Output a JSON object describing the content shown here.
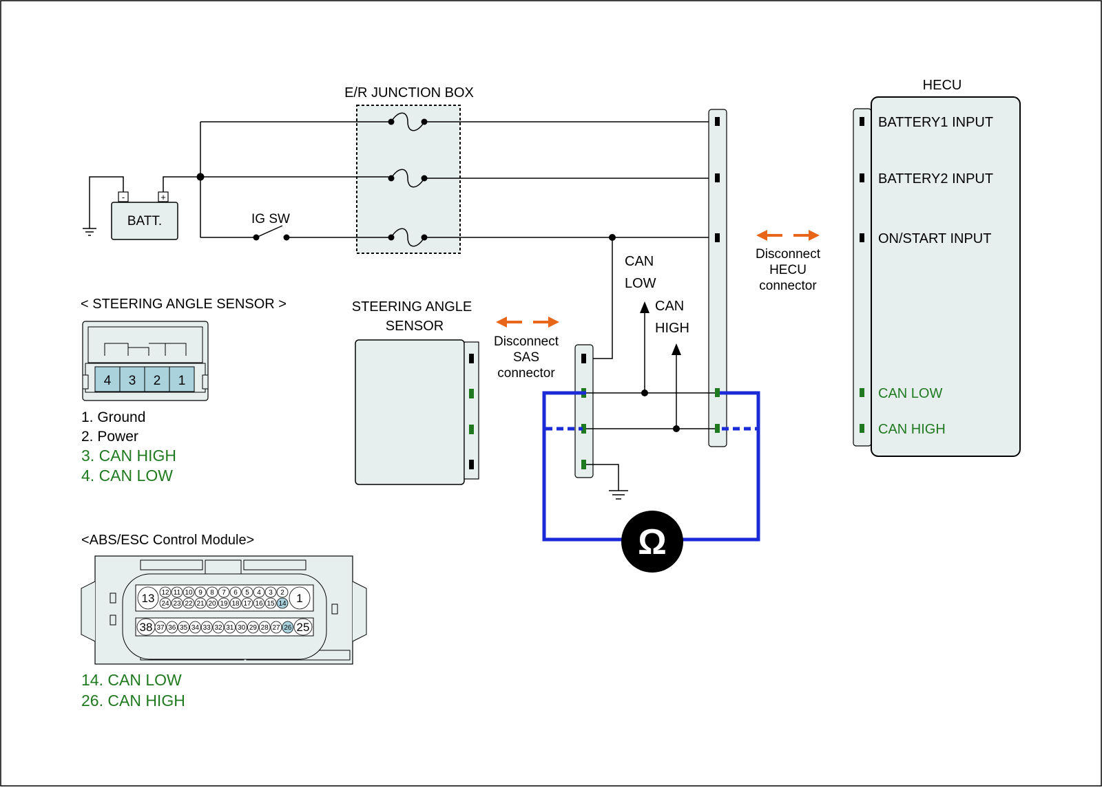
{
  "colors": {
    "wire": "#000000",
    "can_highlight": "#1a2ad6",
    "green": "#1f7a1f",
    "orange": "#e8661a",
    "panel_fill": "#e6eeee",
    "pin_fill": "#a9d2dc"
  },
  "junction_box": {
    "title": "E/R JUNCTION BOX"
  },
  "battery": {
    "label": "BATT.",
    "neg": "-",
    "pos": "+"
  },
  "ig_switch": {
    "label": "IG SW"
  },
  "hecu": {
    "title": "HECU",
    "pins": [
      {
        "label": "BATTERY1 INPUT",
        "green": false
      },
      {
        "label": "BATTERY2 INPUT",
        "green": false
      },
      {
        "label": "ON/START INPUT",
        "green": false
      },
      {
        "label": "CAN LOW",
        "green": true
      },
      {
        "label": "CAN HIGH",
        "green": true
      }
    ]
  },
  "hecu_disconnect": {
    "line1": "Disconnect",
    "line2": "HECU",
    "line3": "connector"
  },
  "sas_disconnect": {
    "line1": "Disconnect",
    "line2": "SAS",
    "line3": "connector"
  },
  "can_labels": {
    "low_1": "CAN",
    "low_2": "LOW",
    "high_1": "CAN",
    "high_2": "HIGH"
  },
  "sas_module": {
    "title_1": "STEERING ANGLE",
    "title_2": "SENSOR"
  },
  "sas_connector": {
    "title": "< STEERING ANGLE SENSOR >",
    "pins": [
      "4",
      "3",
      "2",
      "1"
    ],
    "legend": [
      {
        "text": "1. Ground",
        "green": false
      },
      {
        "text": "2. Power",
        "green": false
      },
      {
        "text": "3. CAN HIGH",
        "green": true
      },
      {
        "text": "4. CAN LOW",
        "green": true
      }
    ]
  },
  "ohmmeter": {
    "symbol": "Ω"
  },
  "abs_connector": {
    "title": "<ABS/ESC Control Module>",
    "big_left_top": "13",
    "big_right_top": "1",
    "top_row": [
      "12",
      "11",
      "10",
      "9",
      "8",
      "7",
      "6",
      "5",
      "4",
      "3",
      "2"
    ],
    "mid_row": [
      "24",
      "23",
      "22",
      "21",
      "20",
      "19",
      "18",
      "17",
      "16",
      "15",
      "14"
    ],
    "big_left_bottom": "38",
    "big_right_bottom": "25",
    "bottom_row": [
      "37",
      "36",
      "35",
      "34",
      "33",
      "32",
      "31",
      "30",
      "29",
      "28",
      "27",
      "26"
    ],
    "highlighted": [
      "14",
      "26"
    ],
    "legend": [
      {
        "text": "14. CAN LOW",
        "green": true
      },
      {
        "text": "26. CAN HIGH",
        "green": true
      }
    ]
  }
}
